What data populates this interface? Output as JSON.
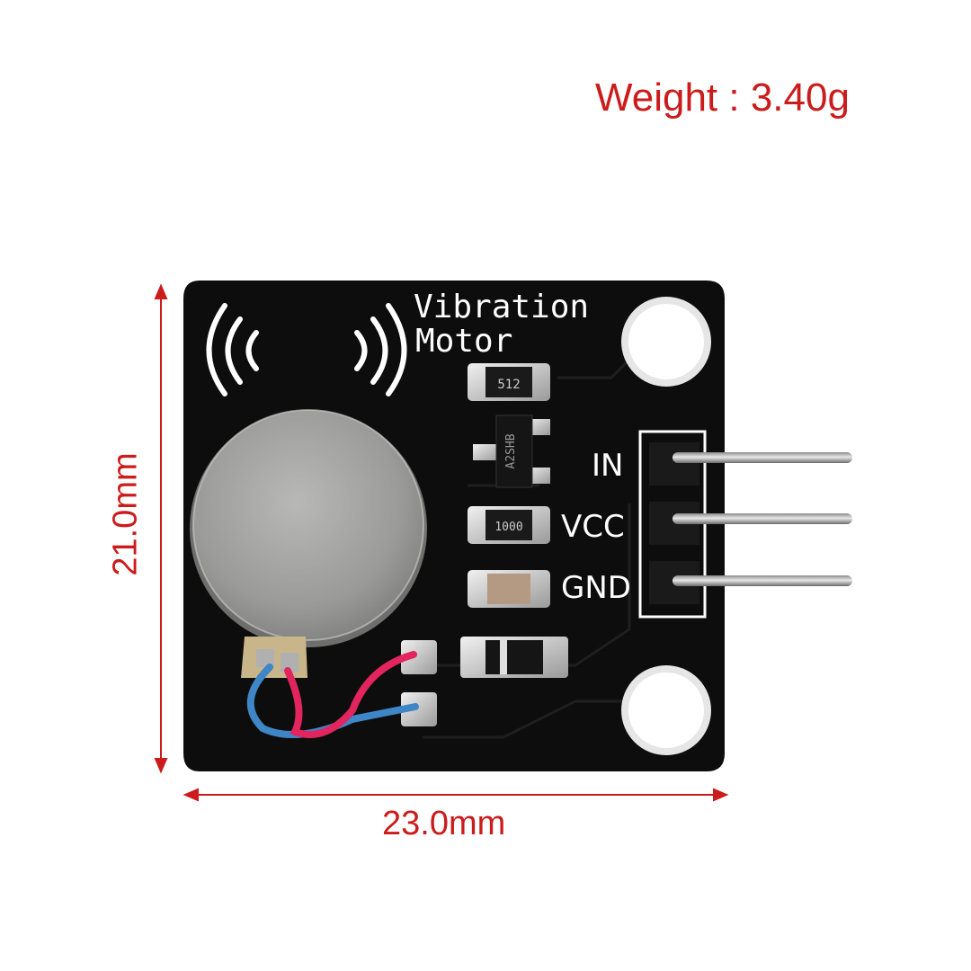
{
  "weight_label": "Weight : 3.40g",
  "dimensions": {
    "width": "23.0mm",
    "height": "21.0mm"
  },
  "board": {
    "title_line1": "Vibration",
    "title_line2": "Motor",
    "pins": [
      "IN",
      "VCC",
      "GND"
    ],
    "resistor_top_code": "512",
    "resistor_mid_code": "1000",
    "transistor_code": "A2SHB"
  },
  "colors": {
    "annotation": "#cc1b1b",
    "pcb": "#0d0d0d",
    "silkscreen": "#ffffff"
  }
}
